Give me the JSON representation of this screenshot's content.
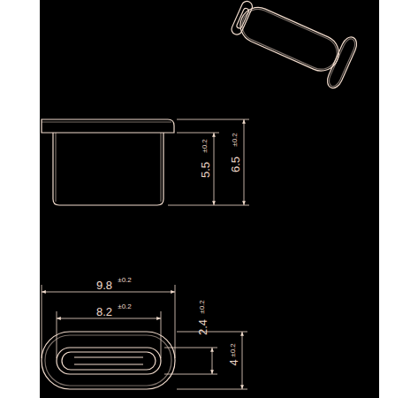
{
  "diagram": {
    "labels": [
      "5.5",
      "±0.2",
      "6.5",
      "±0.2",
      "9.8",
      "±0.2",
      "8.2",
      "±0.2",
      "2.4",
      "±0.2",
      "4",
      "±0.2"
    ]
  }
}
